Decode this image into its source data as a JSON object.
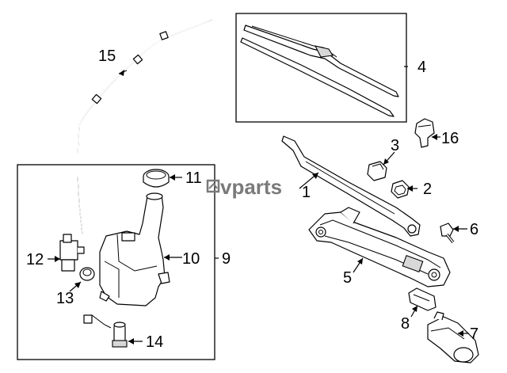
{
  "watermark": "vparts",
  "callouts": {
    "c1": "1",
    "c2": "2",
    "c3": "3",
    "c4": "4",
    "c5": "5",
    "c6": "6",
    "c7": "7",
    "c8": "8",
    "c9": "9",
    "c10": "10",
    "c11": "11",
    "c12": "12",
    "c13": "13",
    "c14": "14",
    "c15": "15",
    "c16": "16"
  }
}
